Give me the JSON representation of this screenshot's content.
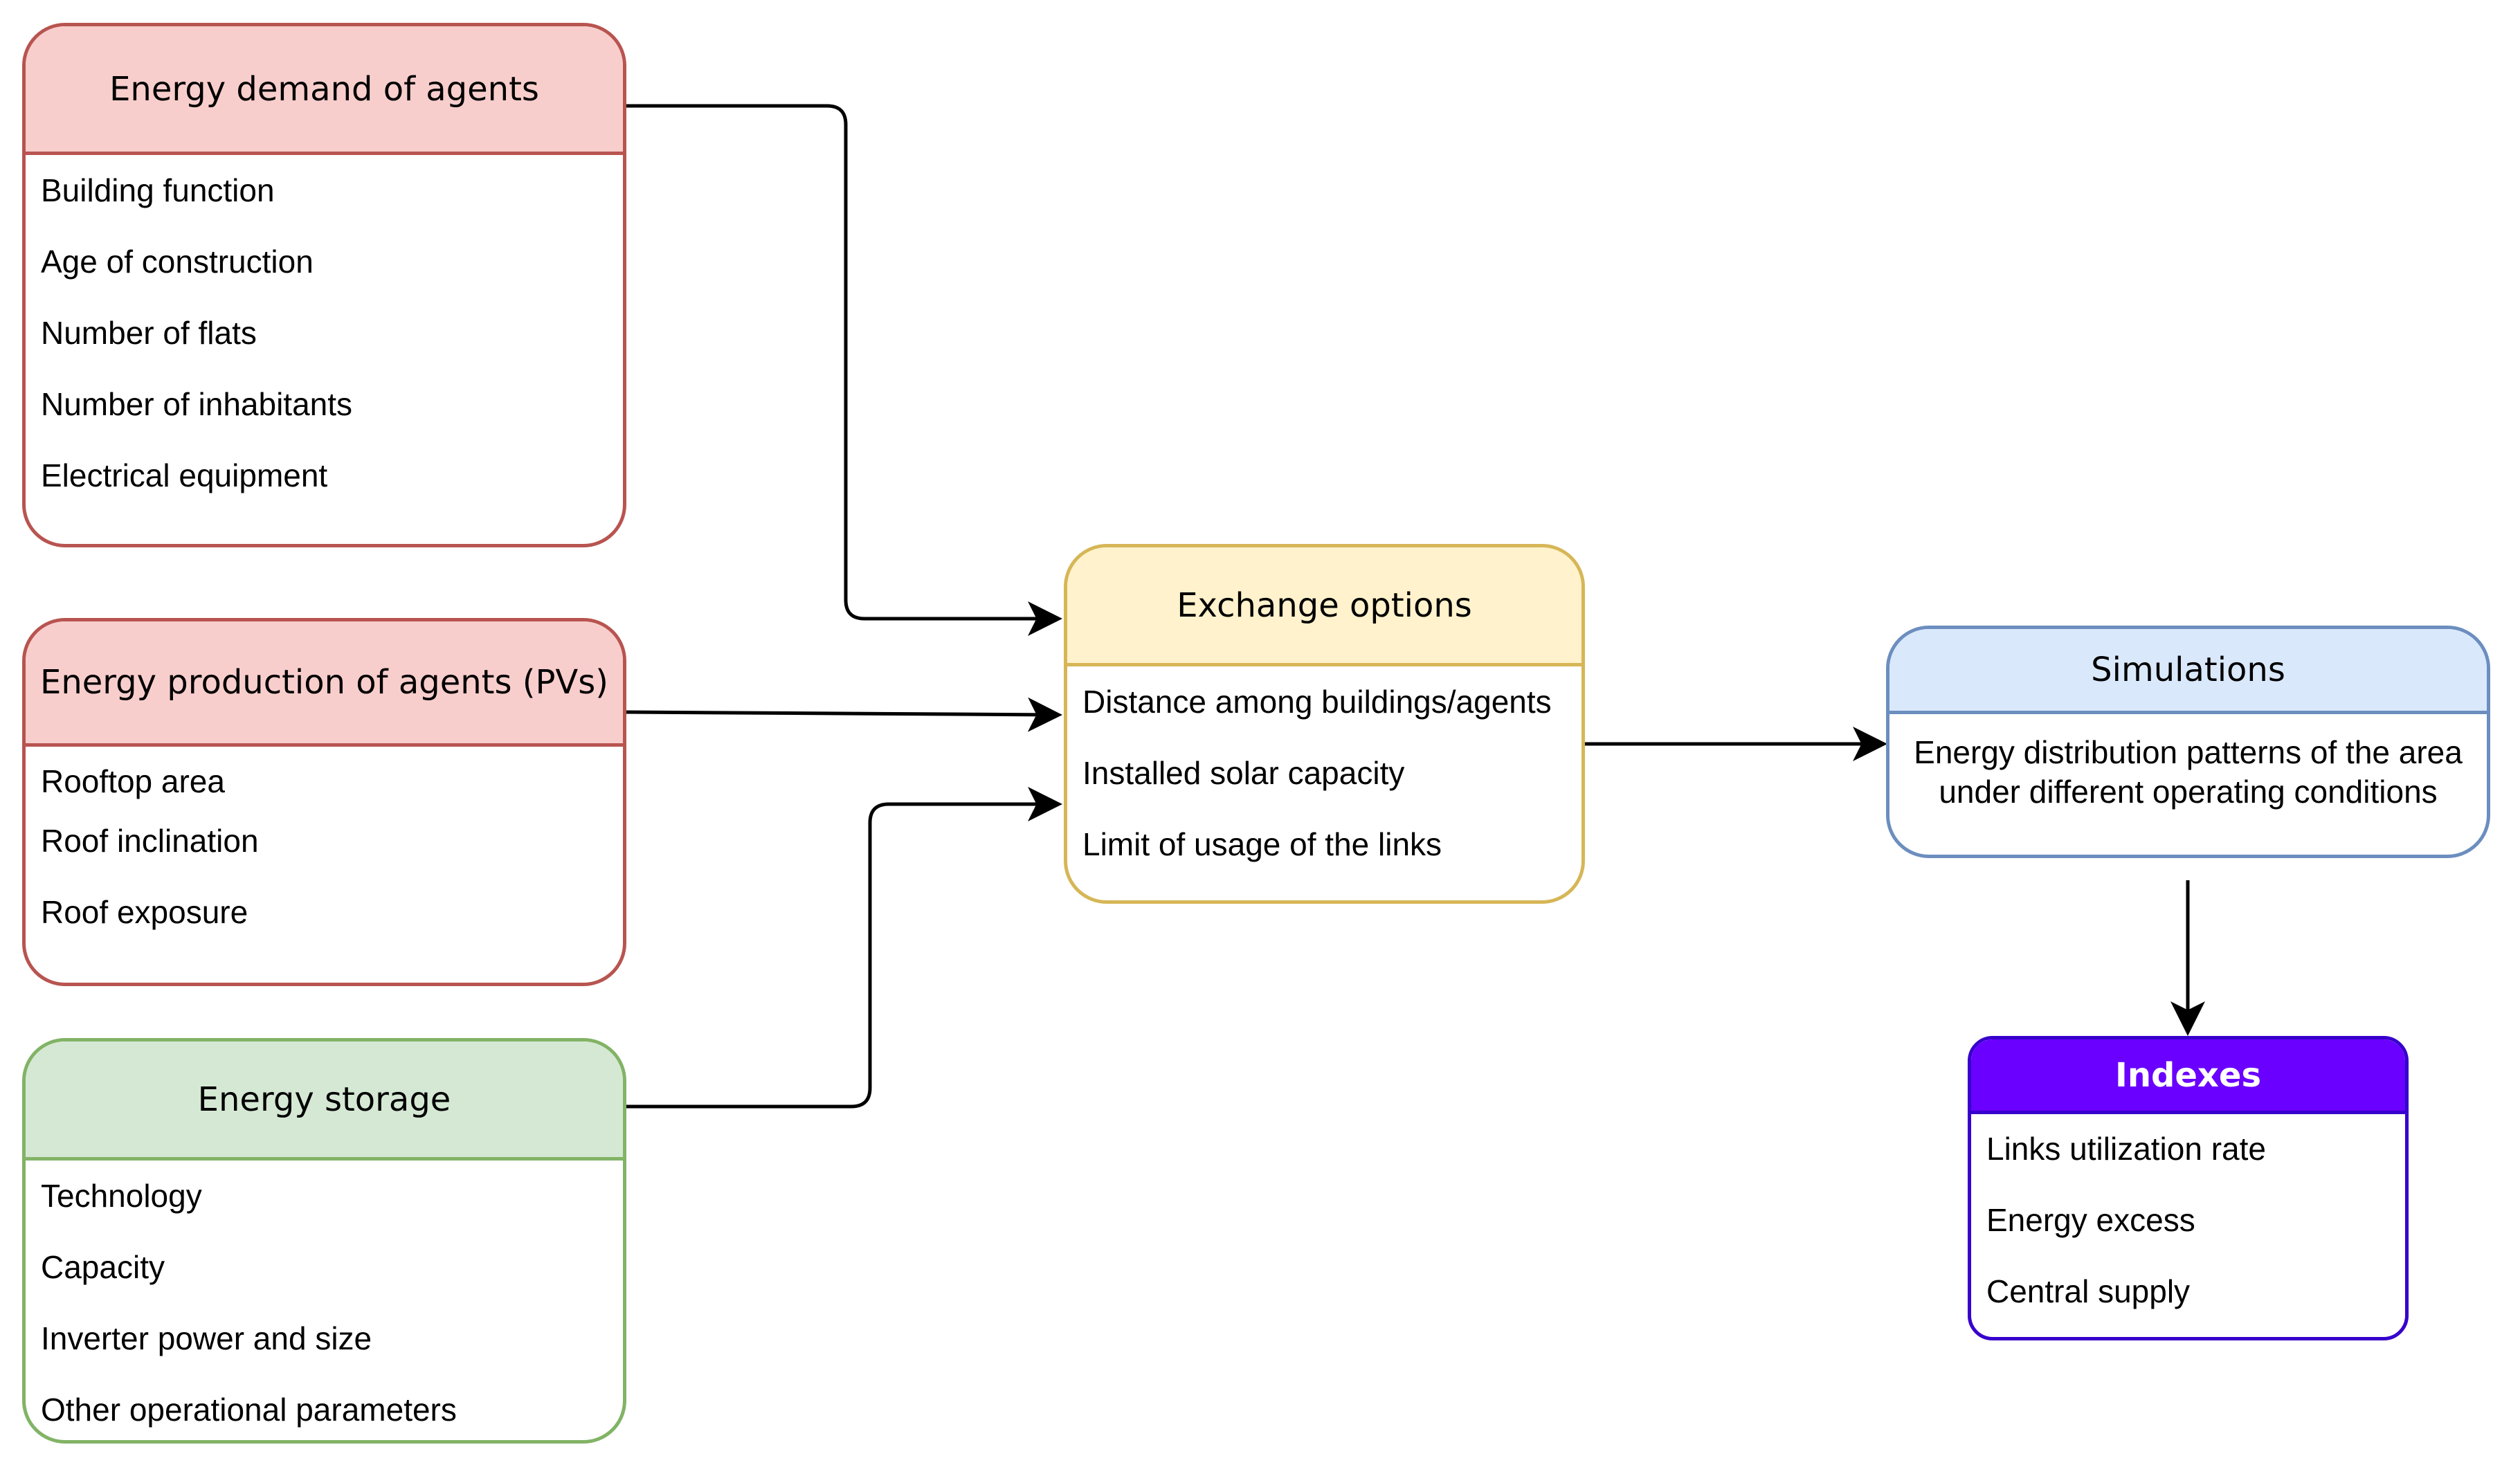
{
  "colors": {
    "red_border": "#b85450",
    "red_fill": "#f8cecc",
    "yellow_border": "#d6b656",
    "yellow_fill": "#fff2cc",
    "green_border": "#82b366",
    "green_fill": "#d5e8d4",
    "blue_border": "#6c8ebf",
    "blue_fill": "#dae8fc",
    "purple_border": "#3700cc",
    "purple_fill": "#6a00ff",
    "purple_text": "#ffffff"
  },
  "boxes": {
    "demand": {
      "title": "Energy demand of agents",
      "items": [
        "Building function",
        "Age of construction",
        "Number of flats",
        "Number of inhabitants",
        "Electrical equipment"
      ]
    },
    "production": {
      "title": "Energy production of agents (PVs)",
      "items": [
        "Rooftop area",
        "Roof inclination",
        "Roof exposure"
      ]
    },
    "storage": {
      "title": "Energy storage",
      "items": [
        "Technology",
        "Capacity",
        "Inverter power and size",
        "Other operational parameters"
      ]
    },
    "exchange": {
      "title": "Exchange options",
      "items": [
        "Distance among buildings/agents",
        "Installed solar capacity",
        "Limit of usage of the links"
      ]
    },
    "simulations": {
      "title": "Simulations",
      "text_lines": [
        "Energy distribution patterns of the area",
        "under different operating conditions"
      ]
    },
    "indexes": {
      "title": "Indexes",
      "items": [
        "Links utilization rate",
        "Energy excess",
        "Central supply"
      ]
    }
  }
}
